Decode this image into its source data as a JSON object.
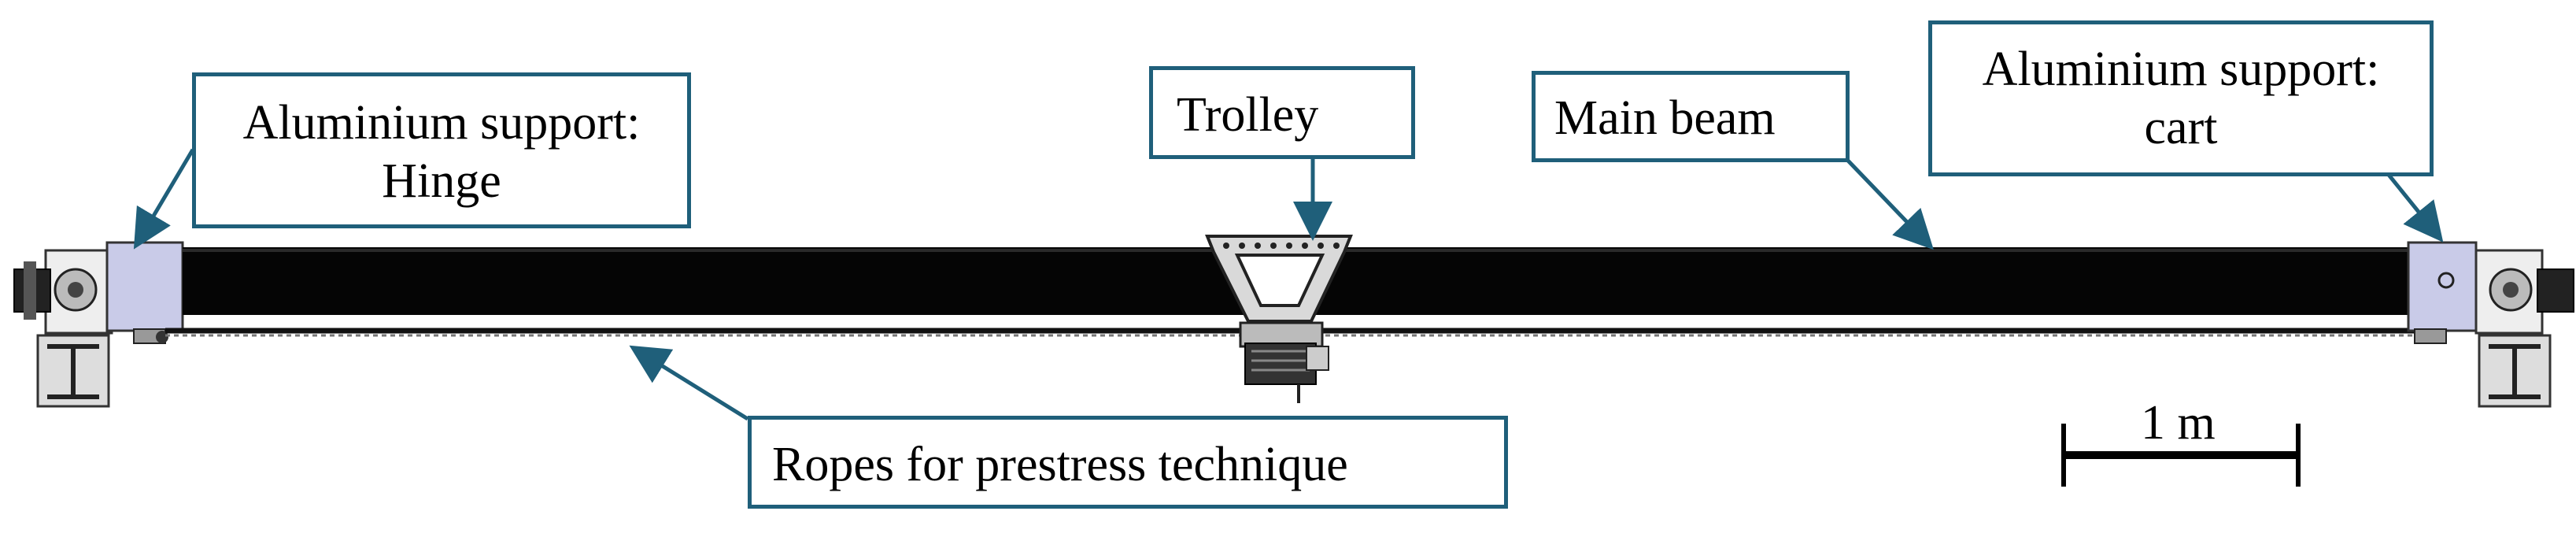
{
  "callouts": {
    "hinge": {
      "line1": "Aluminium support:",
      "line2": "Hinge"
    },
    "trolley": {
      "label": "Trolley"
    },
    "main_beam": {
      "label": "Main beam"
    },
    "cart": {
      "line1": "Aluminium support:",
      "line2": "cart"
    },
    "ropes": {
      "label": "Ropes for prestress technique"
    }
  },
  "scale_bar": {
    "label": "1 m"
  },
  "colors": {
    "callout_border": "#1f5f7a",
    "beam": "#050505",
    "support_fill": "#c9cbe8"
  }
}
